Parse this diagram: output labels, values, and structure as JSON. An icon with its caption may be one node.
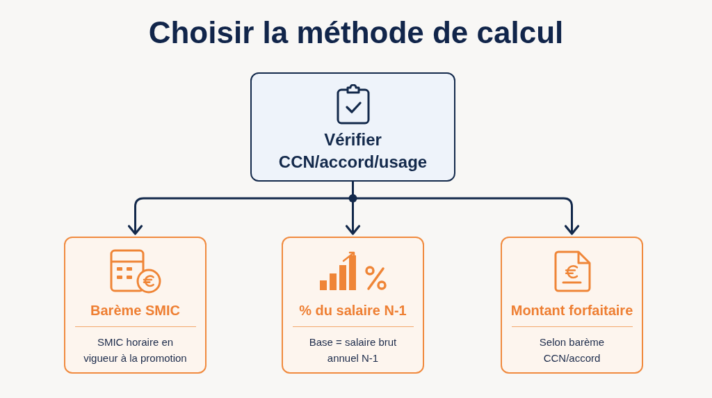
{
  "diagram": {
    "title": "Choisir la méthode de calcul",
    "nodes": [
      {
        "text": [
          "Vérifier CCN/accord/usage"
        ]
      },
      {
        "text": [
          "Barème SMIC",
          "SMIC horaire en vigueur à la promotion"
        ]
      },
      {
        "text": [
          "% du salaire N-1",
          "Base = salaire brut annuel N-1"
        ]
      },
      {
        "text": [
          "Montant forfaitaire",
          "Selon barème CCN/accord"
        ]
      }
    ],
    "edges": [
      {
        "from": 0,
        "to": 1,
        "arrow": "to"
      },
      {
        "from": 0,
        "to": 2,
        "arrow": "to"
      },
      {
        "from": 0,
        "to": 3,
        "arrow": "to"
      }
    ]
  }
}
